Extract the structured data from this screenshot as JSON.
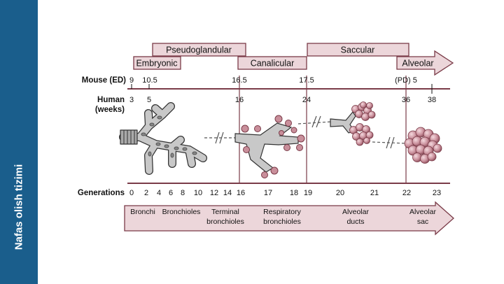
{
  "sidebar": {
    "title": "Nafas olish tizimi"
  },
  "phases": {
    "pseudoglandular": "Pseudoglandular",
    "embryonic": "Embryonic",
    "canalicular": "Canalicular",
    "saccular": "Saccular",
    "alveolar": "Alveolar"
  },
  "rows": {
    "mouse": "Mouse (ED)",
    "human_line1": "Human",
    "human_line2": "(weeks)",
    "generations": "Generations"
  },
  "mouse_ticks": [
    "9",
    "10.5",
    "16.5",
    "17.5",
    "(PD) 5"
  ],
  "human_ticks": [
    "3",
    "5",
    "16",
    "24",
    "36",
    "38"
  ],
  "generation_ticks": [
    "0",
    "2",
    "4",
    "6",
    "8",
    "10",
    "12",
    "14",
    "16",
    "17",
    "18",
    "19",
    "20",
    "21",
    "22",
    "23"
  ],
  "structures": [
    {
      "line1": "Bronchi",
      "line2": ""
    },
    {
      "line1": "Bronchioles",
      "line2": ""
    },
    {
      "line1": "Terminal",
      "line2": "bronchioles"
    },
    {
      "line1": "Respiratory",
      "line2": "bronchioles"
    },
    {
      "line1": "Alveolar",
      "line2": "ducts"
    },
    {
      "line1": "Alveolar",
      "line2": "sac"
    }
  ],
  "colors": {
    "sidebar": "#1a5e8c",
    "phase_fill": "#ecd6da",
    "phase_stroke": "#7a3b48",
    "airway": "#c8c8c8",
    "alveoli": "#c98f9b"
  }
}
